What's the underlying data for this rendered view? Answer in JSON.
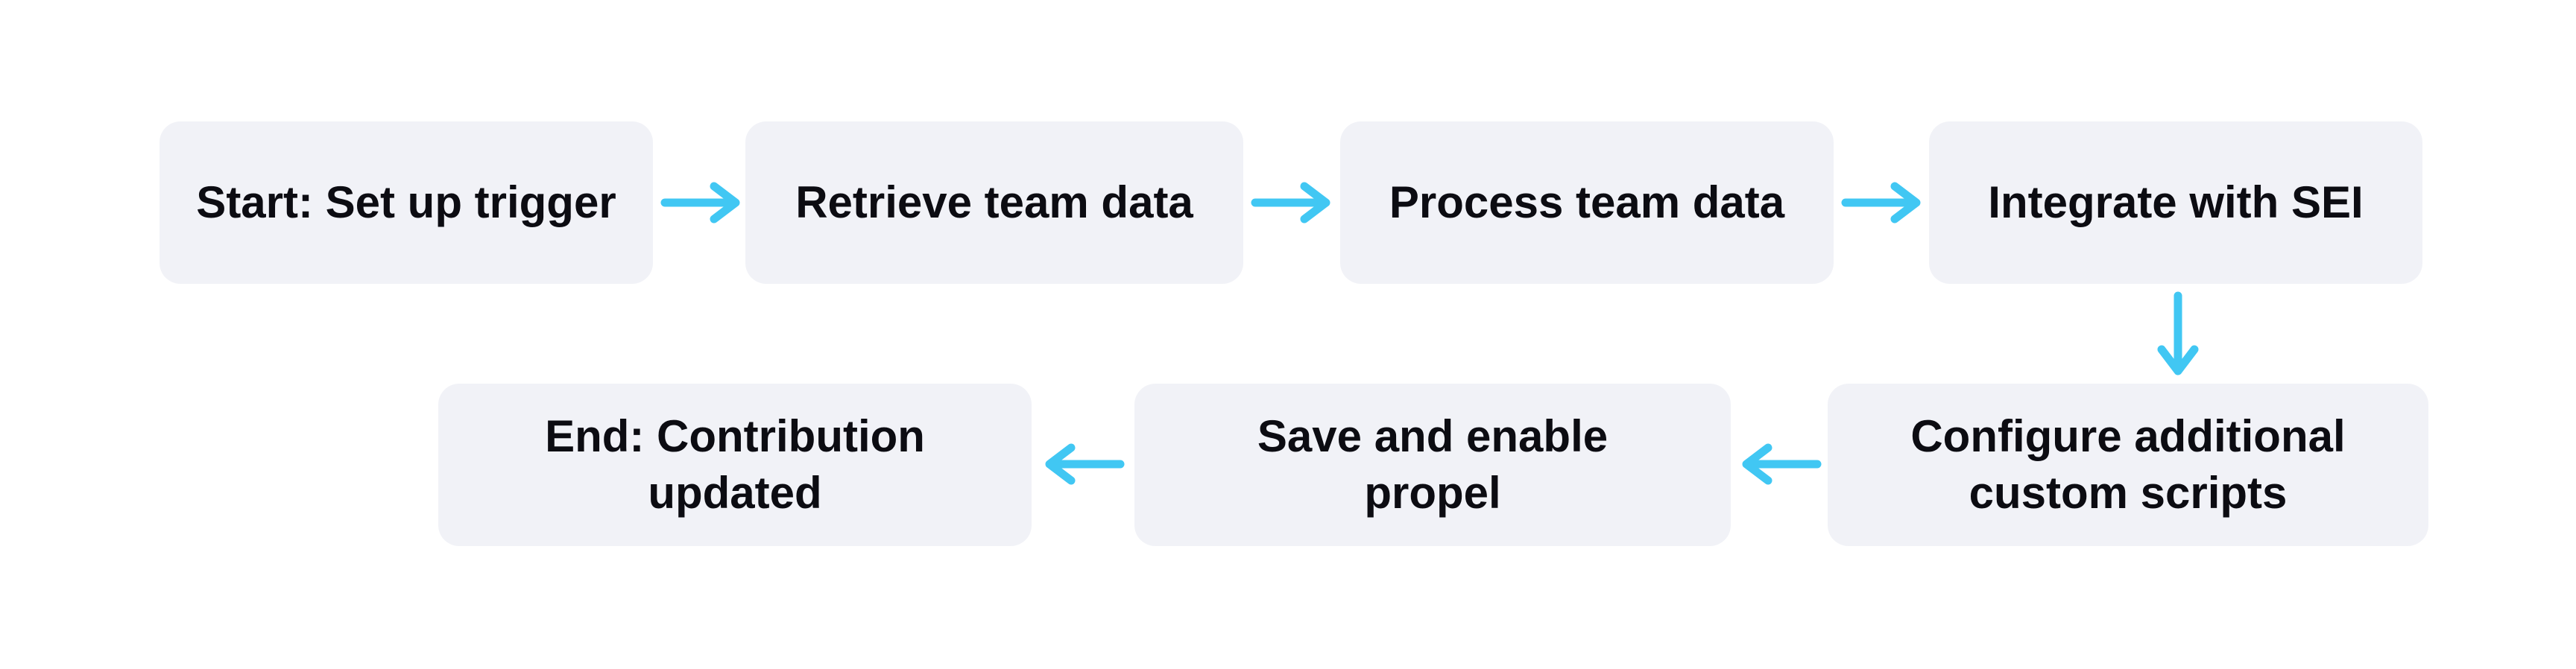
{
  "theme": {
    "background": "#ffffff",
    "node_fill": "#f1f2f7",
    "node_text": "#0c0c12",
    "arrow": "#41c7f3"
  },
  "diagram": {
    "type": "flowchart",
    "direction": "left-to-right, wrapping to second row right-to-left",
    "nodes": [
      {
        "id": "start",
        "label": "Start: Set up trigger"
      },
      {
        "id": "retrieve",
        "label": "Retrieve team data"
      },
      {
        "id": "process",
        "label": "Process team data"
      },
      {
        "id": "integrate",
        "label": "Integrate with SEI"
      },
      {
        "id": "configure",
        "label": "Configure additional\ncustom scripts"
      },
      {
        "id": "save",
        "label": "Save and enable\npropel"
      },
      {
        "id": "end",
        "label": "End: Contribution\nupdated"
      }
    ],
    "edges": [
      {
        "from": "start",
        "to": "retrieve",
        "direction": "right"
      },
      {
        "from": "retrieve",
        "to": "process",
        "direction": "right"
      },
      {
        "from": "process",
        "to": "integrate",
        "direction": "right"
      },
      {
        "from": "integrate",
        "to": "configure",
        "direction": "down"
      },
      {
        "from": "configure",
        "to": "save",
        "direction": "left"
      },
      {
        "from": "save",
        "to": "end",
        "direction": "left"
      }
    ]
  }
}
